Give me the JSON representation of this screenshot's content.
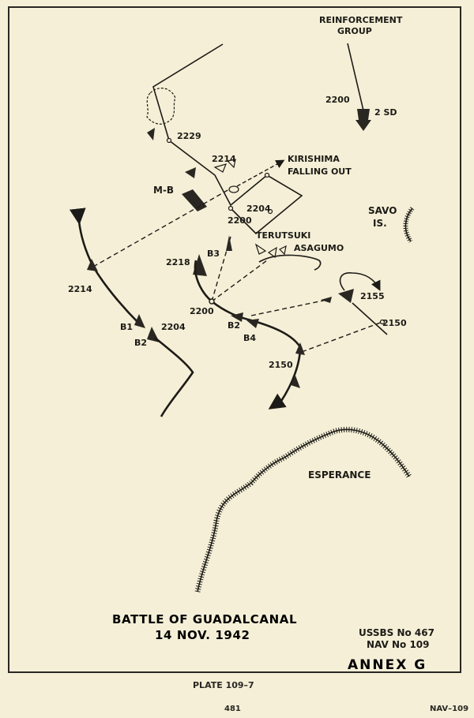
{
  "map": {
    "title_line1": "BATTLE OF GUADALCANAL",
    "title_line2": "14 NOV. 1942",
    "ref_line1": "USSBS No 467",
    "ref_line2": "NAV No 109",
    "annex": "ANNEX G"
  },
  "labels": {
    "reinforcement_line1": "REINFORCEMENT",
    "reinforcement_line2": "GROUP",
    "time_2200_top": "2200",
    "unit_2sd": "2 SD",
    "time_2229": "2229",
    "time_2214_top": "2214",
    "kirishima_line1": "KIRISHIMA",
    "kirishima_line2": "FALLING OUT",
    "mb": "M-B",
    "time_2204_top": "2204",
    "time_2200_mid": "2200",
    "savo_line1": "SAVO",
    "savo_line2": "IS.",
    "terutsuki": "TERUTSUKI",
    "asagumo": "ASAGUMO",
    "time_2218": "2218",
    "unit_b3": "B3",
    "time_2214_left": "2214",
    "time_2155": "2155",
    "time_2200_low": "2200",
    "unit_b2_mid": "B2",
    "unit_b4": "B4",
    "time_2150_right": "2150",
    "unit_b1": "B1",
    "time_2204_left": "2204",
    "unit_b2_left": "B2",
    "time_2150_low": "2150",
    "esperance": "ESPERANCE"
  },
  "footer": {
    "plate": "PLATE 109–7",
    "page_number": "481",
    "code": "NAV–109"
  }
}
